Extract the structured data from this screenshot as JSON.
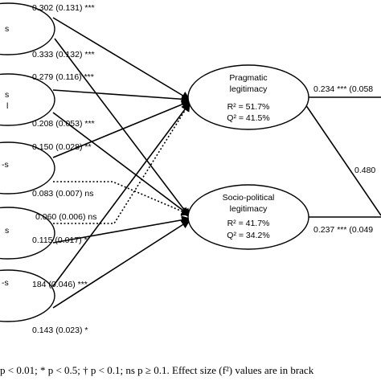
{
  "nodes": {
    "left_1": {
      "label": "s"
    },
    "left_2": {
      "label_top": "s",
      "label_bottom": "l"
    },
    "left_3": {
      "label": "-s"
    },
    "left_4": {
      "label": "s"
    },
    "left_5": {
      "label": "-s"
    },
    "pragmatic": {
      "line1": "Pragmatic",
      "line2": "legitimacy",
      "line3": "R² = 51.7%",
      "line4": "Q² = 41.5%"
    },
    "sociopolitical": {
      "line1": "Socio-political",
      "line2": "legitimacy",
      "line3": "R² = 41.7%",
      "line4": "Q² = 34.2%"
    }
  },
  "paths": {
    "l1_prag": {
      "label": "0.302 (0.131) ***",
      "style": "solid"
    },
    "l1_soc": {
      "label": "0.333 (0.132) ***",
      "style": "solid"
    },
    "l2_prag": {
      "label": "0.279 (0.116) ***",
      "style": "solid"
    },
    "l2_soc": {
      "label": "0.208 (0.053) ***",
      "style": "solid"
    },
    "l3_prag": {
      "label": "0.150 (0.028) **",
      "style": "solid"
    },
    "l3_soc": {
      "label": "0.083 (0.007) ns",
      "style": "dotted"
    },
    "l4_prag": {
      "label": "0.060 (0.006) ns",
      "style": "dotted"
    },
    "l4_soc": {
      "label": "0.115 (0.017) *",
      "style": "solid"
    },
    "l5_prag": {
      "label": "184 (0.046) ***",
      "style": "solid"
    },
    "l5_soc": {
      "label": "0.143 (0.023) *",
      "style": "solid"
    },
    "prag_out": {
      "label": "0.234 *** (0.058",
      "style": "solid"
    },
    "mid_out": {
      "label": "0.480",
      "style": "solid"
    },
    "soc_out": {
      "label": "0.237 *** (0.049",
      "style": "solid"
    }
  },
  "footnote": "p < 0.01; * p < 0.5; † p < 0.1; ns p ≥ 0.1. Effect size (f²) values are in brack"
}
